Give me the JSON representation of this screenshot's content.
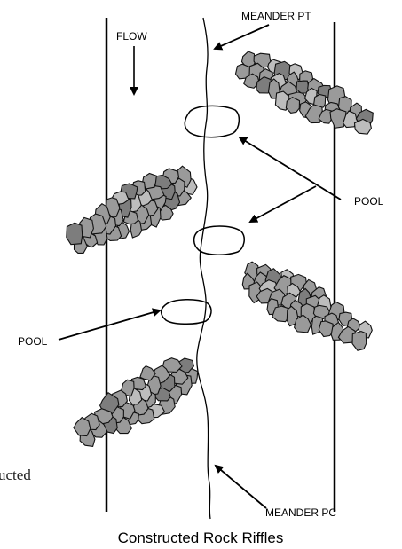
{
  "diagram": {
    "labels": {
      "flow": "FLOW",
      "meander_pt": "MEANDER PT",
      "pool_right": "POOL",
      "pool_left": "POOL",
      "meander_pc": "MEANDER PC",
      "partial_text": "ucted"
    },
    "caption": "Constructed Rock Riffles",
    "colors": {
      "rock_fill": "#9a9a9a",
      "rock_fill_light": "#bdbdbd",
      "rock_outline": "#111111",
      "line": "#000000",
      "background": "#ffffff"
    }
  }
}
